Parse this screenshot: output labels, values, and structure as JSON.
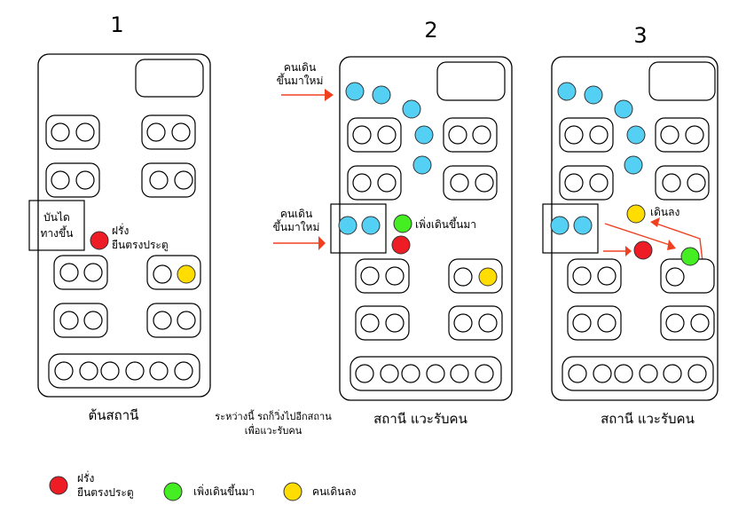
{
  "colors": {
    "standing_at_door": "#ee1c25",
    "just_boarded": "#44ee22",
    "getting_off": "#ffdd00",
    "new_passenger": "#55d0f5",
    "arrow": "#f04020"
  },
  "panels": [
    {
      "number": "1",
      "caption": "ต้นสถานี",
      "stairs_label_line1": "บันได",
      "stairs_label_line2": "ทางขึ้น",
      "standing_label_line1": "ฝรั่ง",
      "standing_label_line2": "ยืนตรงประตู"
    },
    {
      "number": "2",
      "caption": "สถานี แวะรับคน",
      "new_people_top_line1": "คนเดิน",
      "new_people_top_line2": "ขึ้นมาใหม่",
      "new_people_door_line1": "คนเดิน",
      "new_people_door_line2": "ขึ้นมาใหม่",
      "just_boarded_label": "เพิ่งเดินขึ้นมา"
    },
    {
      "number": "3",
      "caption": "สถานี แวะรับคน",
      "getting_off_label": "เดินลง"
    }
  ],
  "between_note_line1": "ระหว่างนี้ รถก็วิ่งไปอีกสถาน",
  "between_note_line2": "เพื่อแวะรับคน",
  "legend": [
    {
      "color_key": "standing_at_door",
      "line1": "ฝรั่ง",
      "line2": "ยืนตรงประตู"
    },
    {
      "color_key": "just_boarded",
      "line1": "เพิ่งเดินขึ้นมา",
      "line2": ""
    },
    {
      "color_key": "getting_off",
      "line1": "คนเดินลง",
      "line2": ""
    }
  ]
}
